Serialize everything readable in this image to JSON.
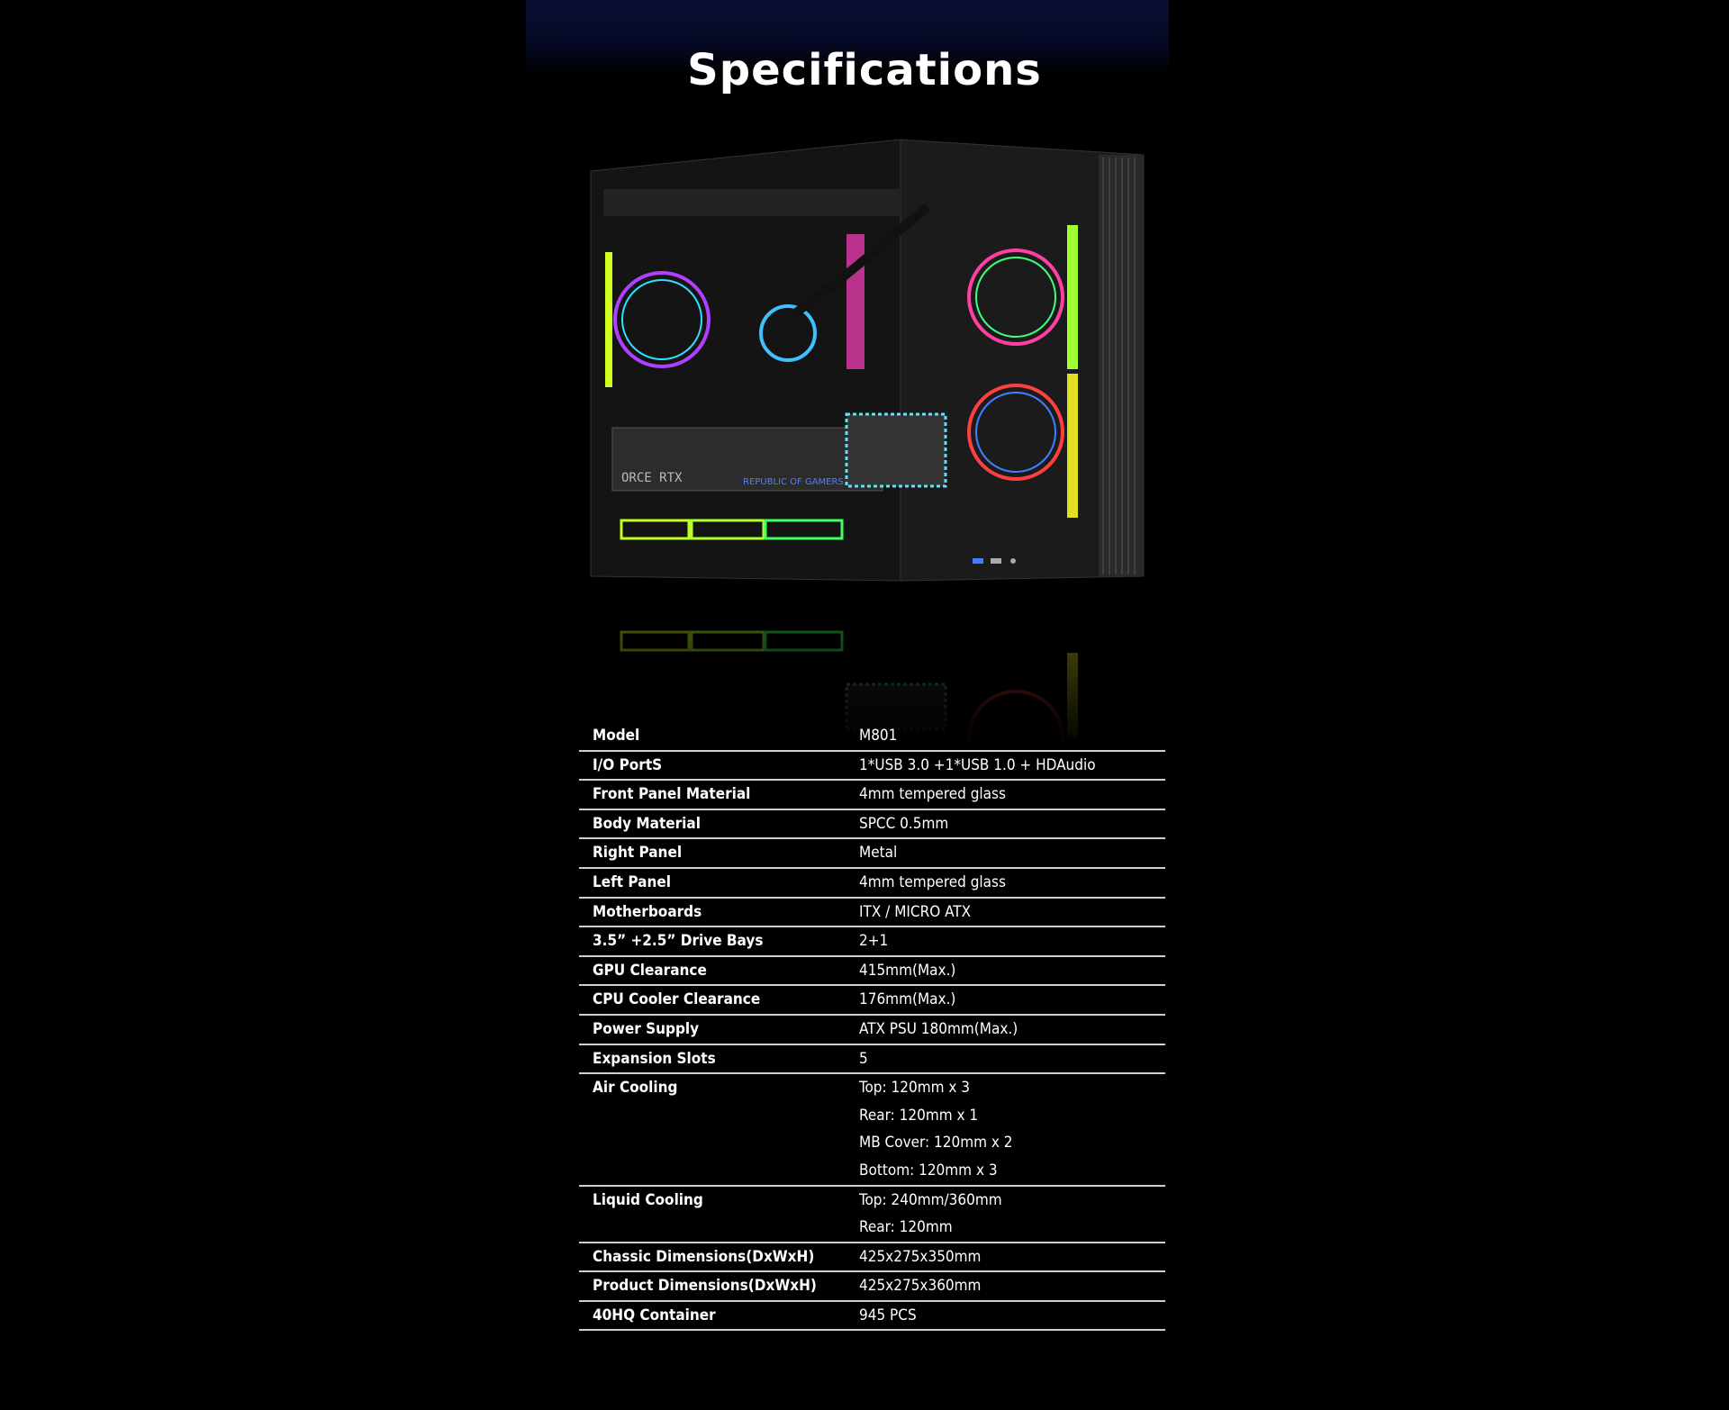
{
  "title": "Specifications",
  "specs": [
    {
      "label": "Model",
      "values": [
        "M801"
      ]
    },
    {
      "label": "I/O PortS",
      "values": [
        "1*USB 3.0 +1*USB 1.0 + HDAudio"
      ]
    },
    {
      "label": "Front Panel Material",
      "values": [
        "4mm tempered glass"
      ]
    },
    {
      "label": "Body Material",
      "values": [
        "SPCC 0.5mm"
      ]
    },
    {
      "label": "Right Panel",
      "values": [
        "Metal"
      ]
    },
    {
      "label": "Left Panel",
      "values": [
        "4mm tempered glass"
      ]
    },
    {
      "label": "Motherboards",
      "values": [
        "ITX / MICRO ATX"
      ]
    },
    {
      "label": "3.5” +2.5” Drive Bays",
      "values": [
        "2+1"
      ]
    },
    {
      "label": "GPU Clearance",
      "values": [
        "415mm(Max.)"
      ]
    },
    {
      "label": "CPU Cooler Clearance",
      "values": [
        "176mm(Max.)"
      ]
    },
    {
      "label": "Power Supply",
      "values": [
        "ATX PSU 180mm(Max.)"
      ]
    },
    {
      "label": "Expansion Slots",
      "values": [
        "5"
      ]
    },
    {
      "label": "Air Cooling",
      "values": [
        "Top: 120mm x 3",
        "Rear: 120mm x 1",
        "MB Cover: 120mm x 2",
        "Bottom: 120mm x 3"
      ]
    },
    {
      "label": "Liquid Cooling",
      "values": [
        "Top: 240mm/360mm",
        "Rear: 120mm"
      ]
    },
    {
      "label": "Chassic Dimensions(DxWxH)",
      "values": [
        "425x275x350mm"
      ]
    },
    {
      "label": "Product Dimensions(DxWxH)",
      "values": [
        "425x275x360mm"
      ]
    },
    {
      "label": "40HQ Container",
      "values": [
        "945 PCS"
      ]
    }
  ],
  "image": {
    "gpu_text": "ORCE RTX",
    "brand_text": "REPUBLIC OF GAMERS"
  }
}
